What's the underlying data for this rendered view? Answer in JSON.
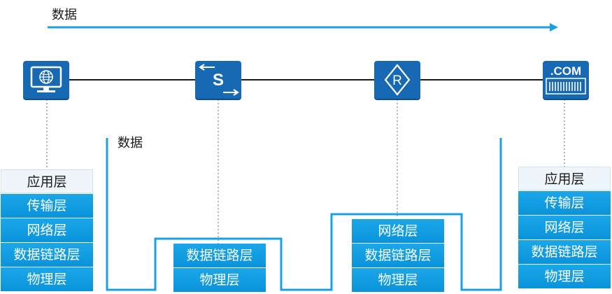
{
  "top_flow_label": "数据",
  "path_label": "数据",
  "devices": [
    {
      "id": "pc",
      "icon": "computer-globe-icon"
    },
    {
      "id": "switch",
      "icon": "switch-icon",
      "text": "S"
    },
    {
      "id": "router",
      "icon": "router-icon",
      "text": "R"
    },
    {
      "id": "server",
      "icon": "server-com-icon",
      "text": ".COM"
    }
  ],
  "stacks": {
    "pc": [
      "应用层",
      "传输层",
      "网络层",
      "数据链路层",
      "物理层"
    ],
    "switch": [
      "数据链路层",
      "物理层"
    ],
    "router": [
      "网络层",
      "数据链路层",
      "物理层"
    ],
    "server": [
      "应用层",
      "传输层",
      "网络层",
      "数据链路层",
      "物理层"
    ]
  },
  "colors": {
    "arrow": "#1a9fe0",
    "layer": "#1aa7e9",
    "device": "#1769b4",
    "app_layer_bg": "#eef6fb"
  }
}
